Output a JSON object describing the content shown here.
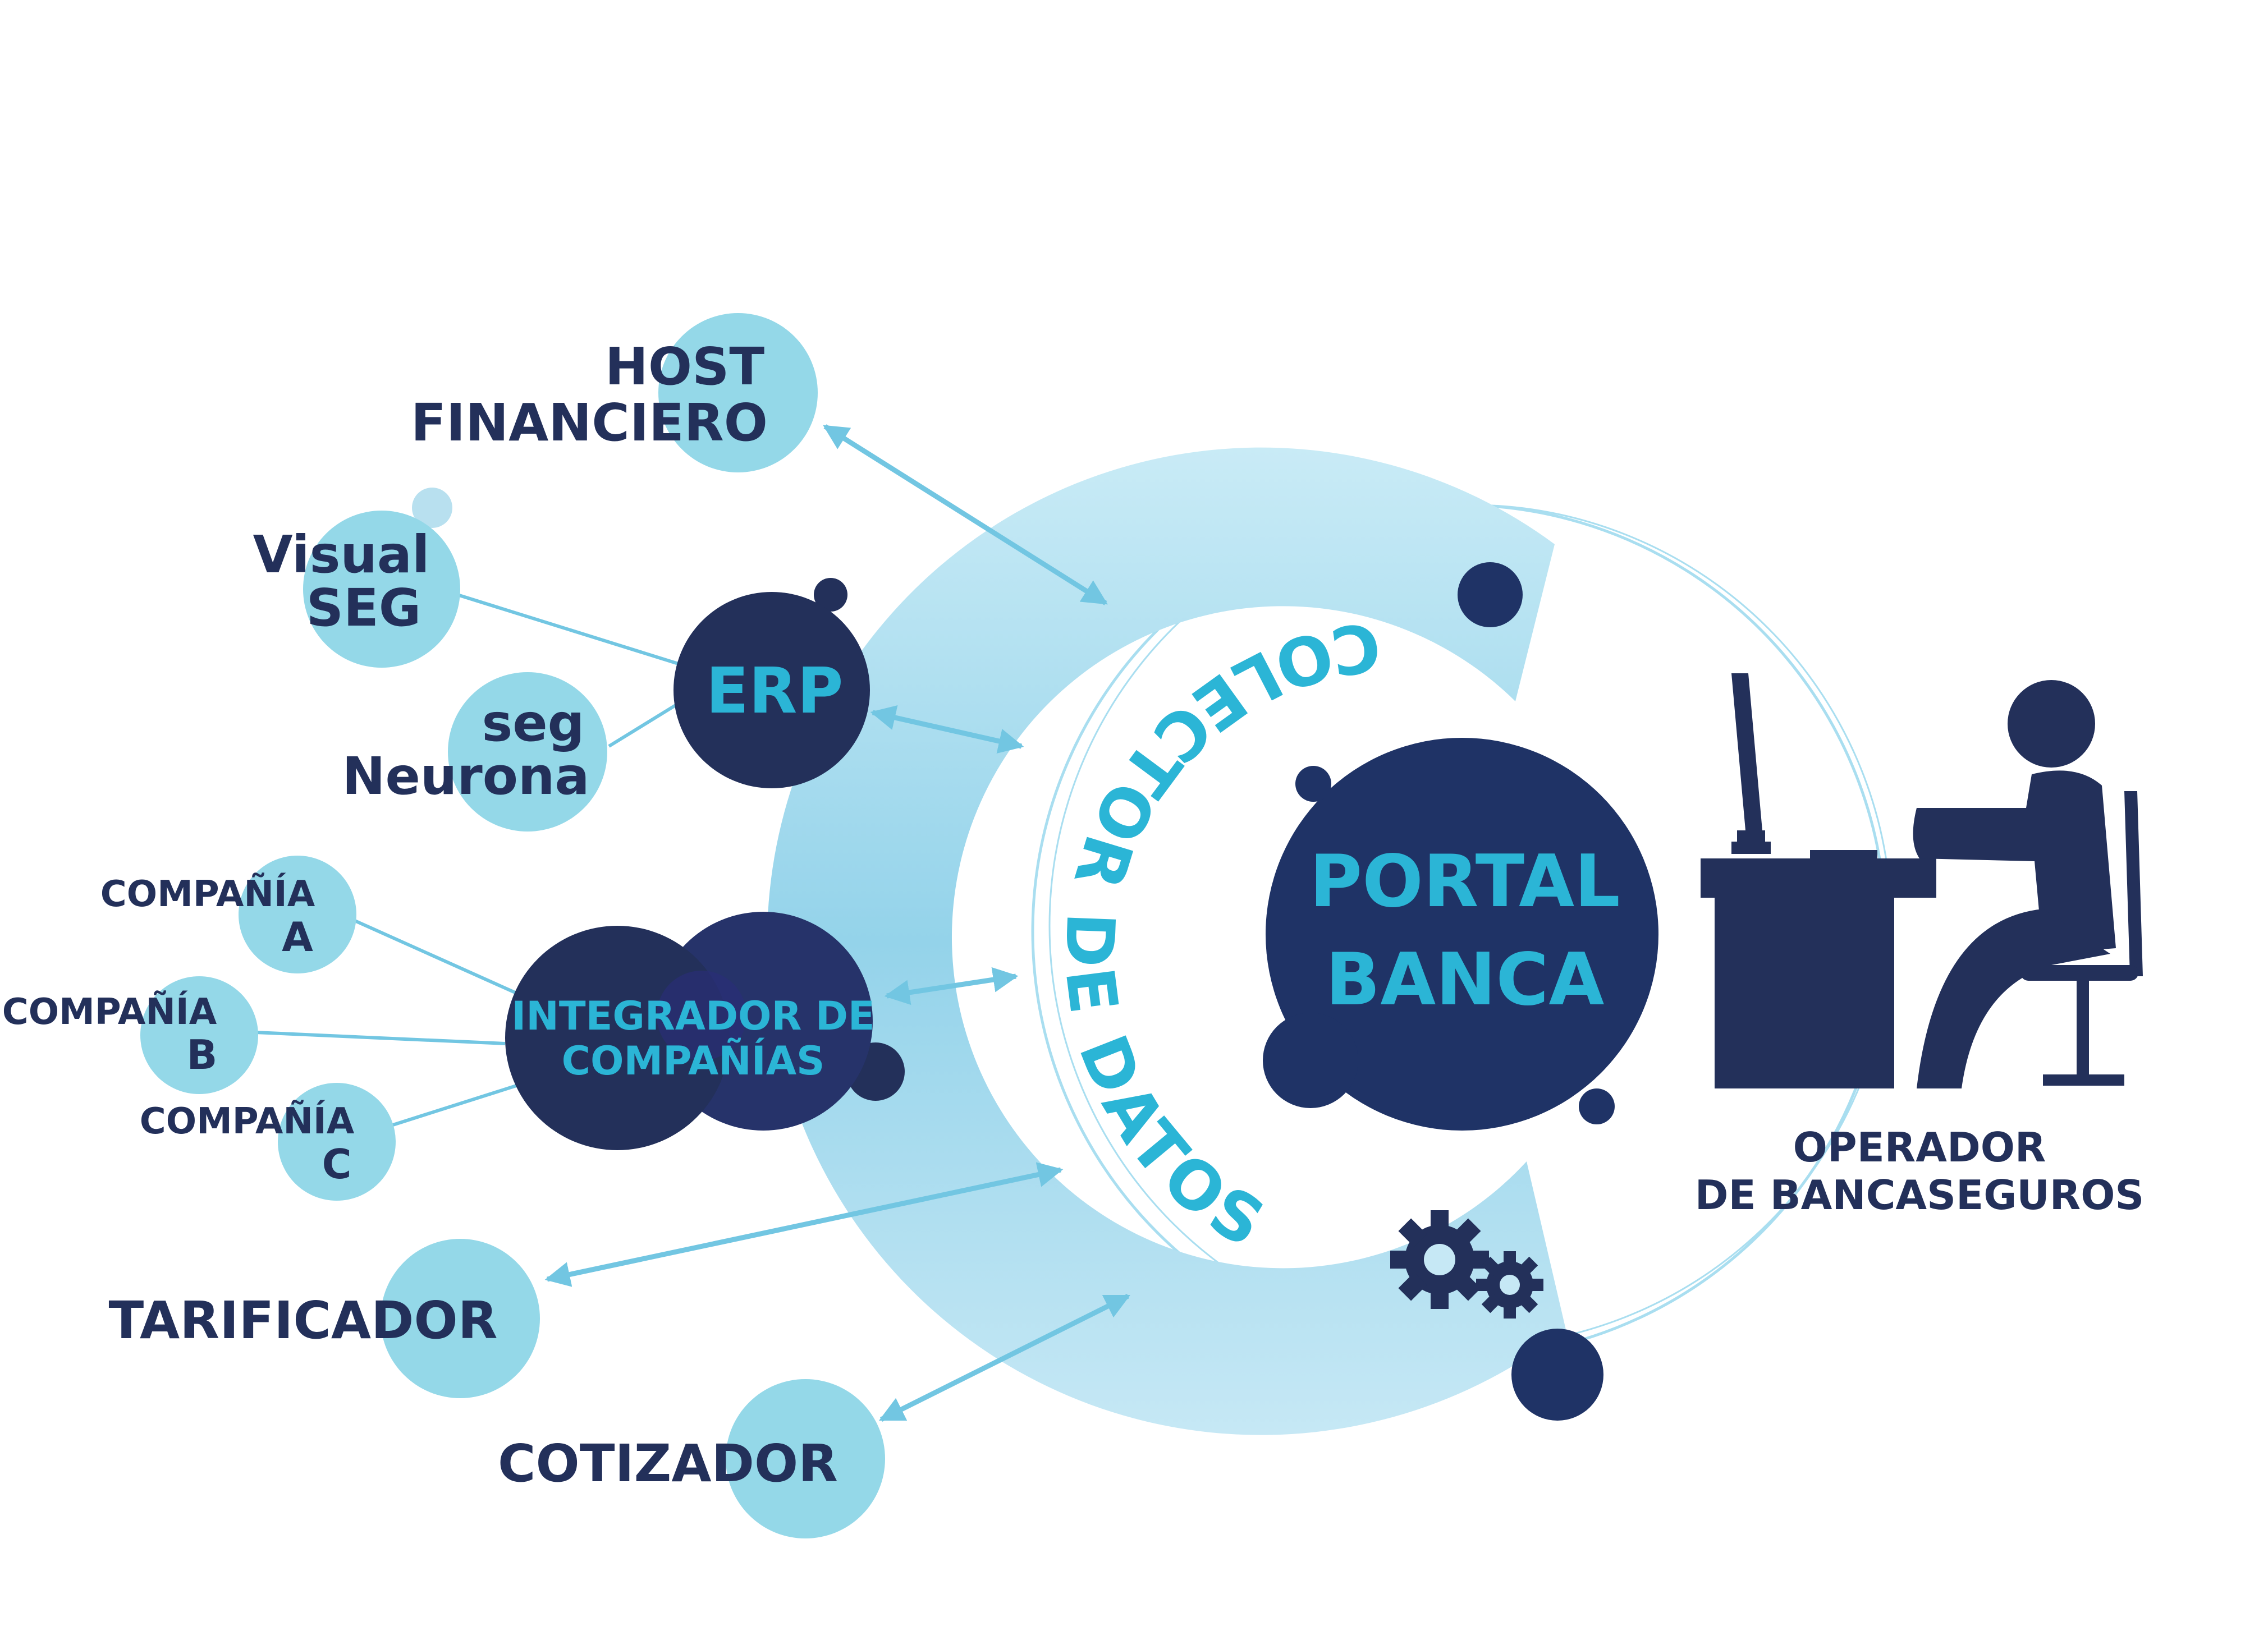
{
  "colors": {
    "navy": "#23305a",
    "portal": "#1f3366",
    "light_blue": "#94d8e8",
    "arc_blue": "#a9def0",
    "cyan_text": "#2bb5d6",
    "arrow": "#72c6e2"
  },
  "nodes": {
    "host": {
      "line1": "HOST",
      "line2": "FINANCIERO"
    },
    "visual": {
      "line1": "Visual",
      "line2": "SEG"
    },
    "seg": {
      "line1": "seg",
      "line2": "Neurona"
    },
    "erp": {
      "label": "ERP"
    },
    "companias": {
      "line1": "INTEGRADOR DE",
      "line2": "COMPAÑÍAS"
    },
    "comp_a": {
      "line1": "COMPAÑÍA",
      "line2": "A"
    },
    "comp_b": {
      "line1": "COMPAÑÍA",
      "line2": "B"
    },
    "comp_c": {
      "line1": "COMPAÑÍA",
      "line2": "C"
    },
    "tarificador": {
      "label": "TARIFICADOR"
    },
    "cotizador": {
      "label": "COTIZADOR"
    }
  },
  "collector": {
    "label": "COLECTOR DE DATOS",
    "icon": "gears-icon"
  },
  "portal": {
    "line1": "PORTAL",
    "line2": "BANCA"
  },
  "operator": {
    "line1": "OPERADOR",
    "line2": "DE BANCASEGUROS",
    "icon": "operator-at-desk-icon"
  }
}
